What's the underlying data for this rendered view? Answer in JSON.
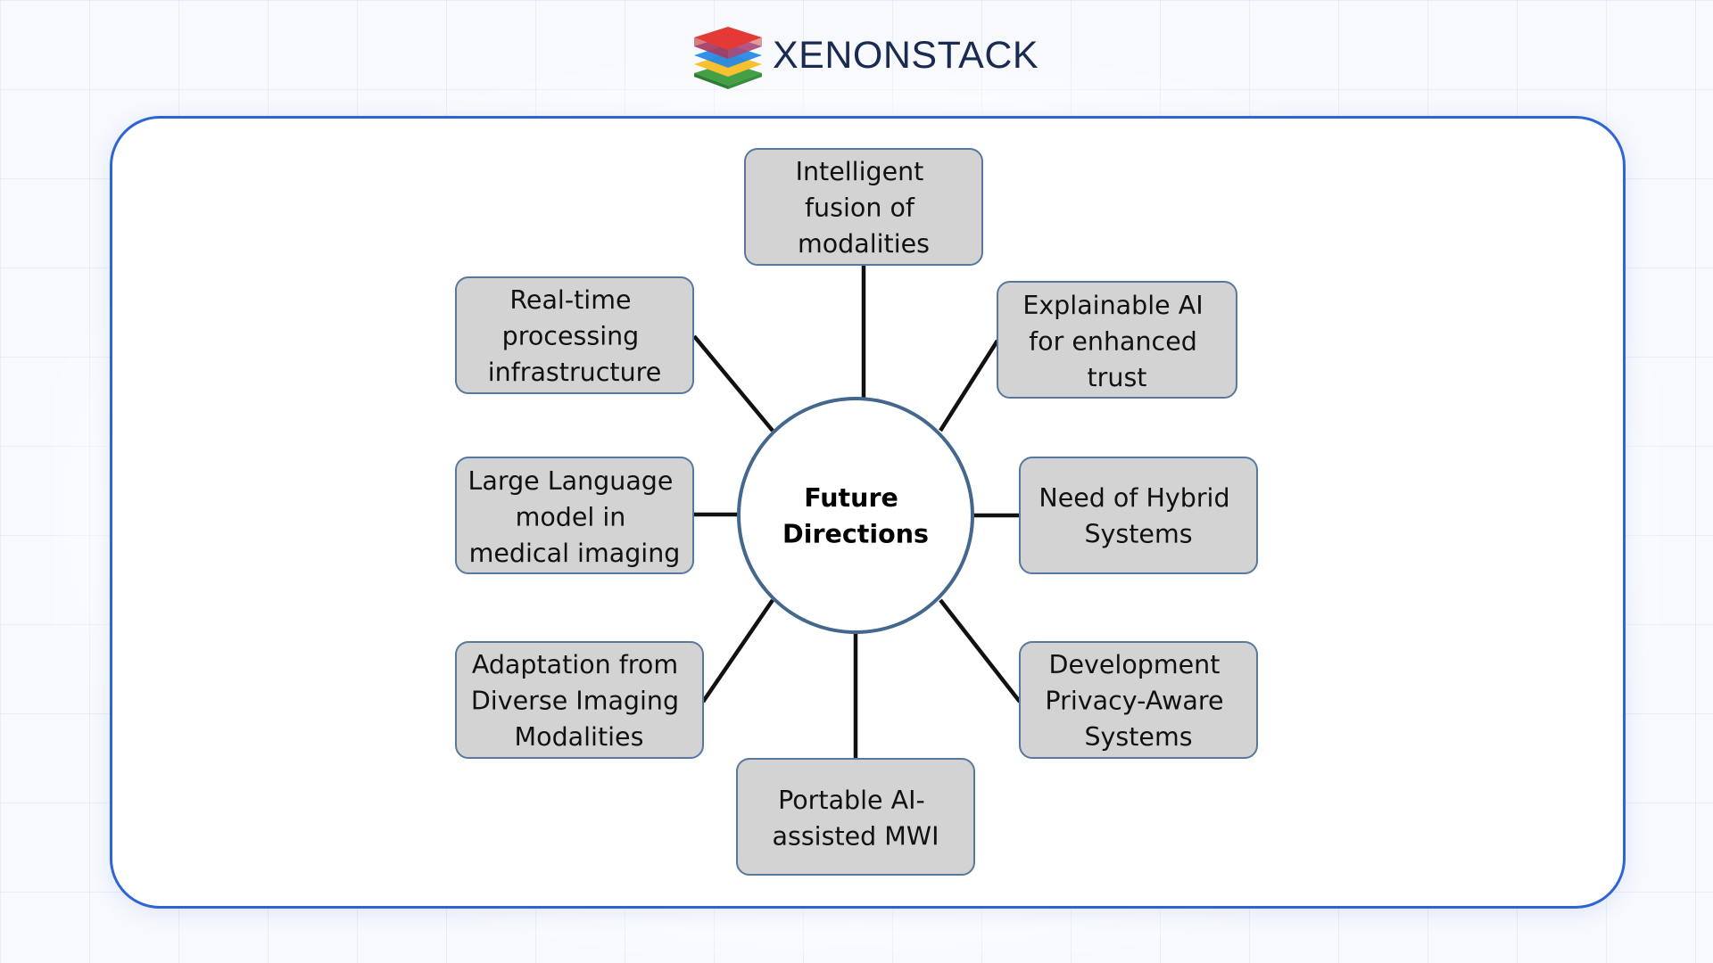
{
  "brand": {
    "name": "XENONSTACK",
    "logo_icon": "stacked-layers-icon",
    "logo_colors": [
      "#e53935",
      "#1e88e5",
      "#fbc02d",
      "#43a047"
    ],
    "text_color": "#1a2b52"
  },
  "frame": {
    "border_color": "#2f64d6"
  },
  "diagram": {
    "center": {
      "lines": [
        "Future",
        "Directions"
      ]
    },
    "nodes": [
      {
        "id": "top",
        "lines": [
          "Intelligent",
          "fusion of",
          "modalities"
        ]
      },
      {
        "id": "upper-right",
        "lines": [
          "Explainable AI",
          "for enhanced",
          "trust"
        ]
      },
      {
        "id": "right",
        "lines": [
          "Need of Hybrid",
          "Systems"
        ]
      },
      {
        "id": "lower-right",
        "lines": [
          "Development",
          "Privacy-Aware",
          "Systems"
        ]
      },
      {
        "id": "bottom",
        "lines": [
          "Portable AI-",
          "assisted MWI"
        ]
      },
      {
        "id": "lower-left",
        "lines": [
          "Adaptation from",
          "Diverse Imaging",
          "Modalities"
        ]
      },
      {
        "id": "left",
        "lines": [
          "Large Language",
          "model in",
          "medical imaging"
        ]
      },
      {
        "id": "upper-left",
        "lines": [
          "Real-time",
          "processing",
          "infrastructure"
        ]
      }
    ],
    "node_fill": "#d3d3d3",
    "node_border": "#5878a0",
    "circle_border": "#44678e",
    "connector_color": "#111111"
  }
}
